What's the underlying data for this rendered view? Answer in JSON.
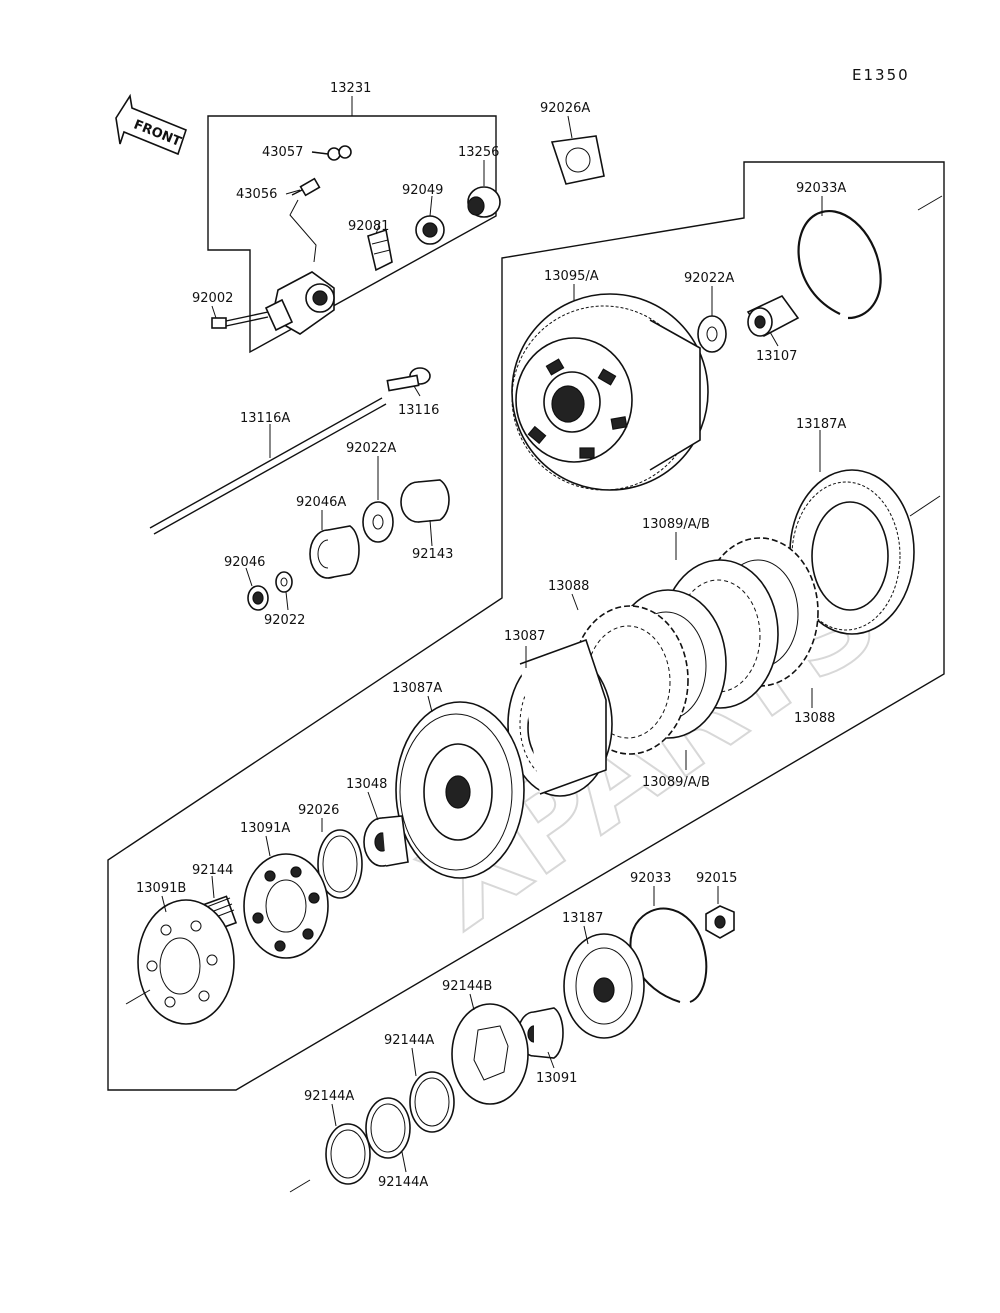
{
  "diagram": {
    "code": "E1350",
    "front_label": "FRONT",
    "watermark": "XPARTS",
    "labels": {
      "l13231": "13231",
      "l43057": "43057",
      "l43056": "43056",
      "l13256": "13256",
      "l92049": "92049",
      "l92081": "92081",
      "l92002": "92002",
      "l92026A": "92026A",
      "l92033A": "92033A",
      "l13095A": "13095/A",
      "l92022A_top": "92022A",
      "l13107": "13107",
      "l13116": "13116",
      "l13116A": "13116A",
      "l92022A_mid": "92022A",
      "l92046A": "92046A",
      "l92143": "92143",
      "l92046": "92046",
      "l92022": "92022",
      "l13187A": "13187A",
      "l13089AB_top": "13089/A/B",
      "l13088_left": "13088",
      "l13087": "13087",
      "l13087A": "13087A",
      "l13088_right": "13088",
      "l13089AB_bot": "13089/A/B",
      "l13048": "13048",
      "l92026": "92026",
      "l13091A": "13091A",
      "l92144": "92144",
      "l13091B": "13091B",
      "l92033": "92033",
      "l92015": "92015",
      "l13187": "13187",
      "l92144B": "92144B",
      "l92144A_1": "92144A",
      "l13091": "13091",
      "l92144A_2": "92144A",
      "l92144A_3": "92144A"
    }
  }
}
